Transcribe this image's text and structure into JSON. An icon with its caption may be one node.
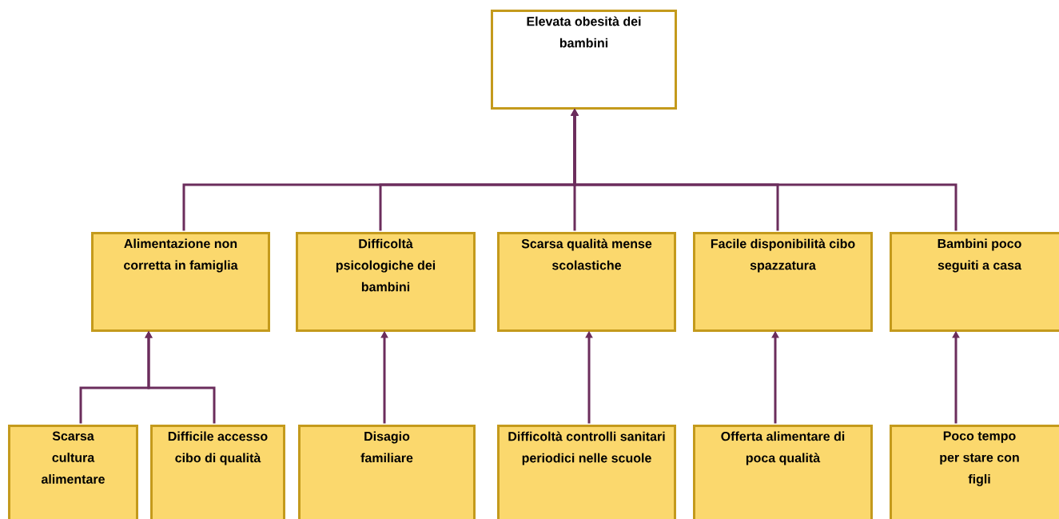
{
  "diagram": {
    "nodes": [
      {
        "text": [
          "Elevata obesità dei bambini"
        ]
      },
      {
        "text": [
          "Alimentazione non corretta in famiglia"
        ]
      },
      {
        "text": [
          "Difficoltà psicologiche dei bambini"
        ]
      },
      {
        "text": [
          "Scarsa qualità mense scolastiche"
        ]
      },
      {
        "text": [
          "Facile disponibilità cibo spazzatura"
        ]
      },
      {
        "text": [
          "Bambini poco seguiti a casa"
        ]
      },
      {
        "text": [
          "Scarsa cultura alimentare"
        ]
      },
      {
        "text": [
          "Difficile accesso cibo di qualità"
        ]
      },
      {
        "text": [
          "Disagio familiare"
        ]
      },
      {
        "text": [
          "Difficoltà controlli sanitari periodici nelle scuole"
        ]
      },
      {
        "text": [
          "Offerta alimentare di poca qualità"
        ]
      },
      {
        "text": [
          "Poco tempo per stare con figli"
        ]
      }
    ],
    "edges": [
      {
        "from": 1,
        "to": 0,
        "arrow": "to"
      },
      {
        "from": 2,
        "to": 0,
        "arrow": "to"
      },
      {
        "from": 3,
        "to": 0,
        "arrow": "to"
      },
      {
        "from": 4,
        "to": 0,
        "arrow": "to"
      },
      {
        "from": 5,
        "to": 0,
        "arrow": "to"
      },
      {
        "from": 6,
        "to": 1,
        "arrow": "to"
      },
      {
        "from": 7,
        "to": 1,
        "arrow": "to"
      },
      {
        "from": 8,
        "to": 2,
        "arrow": "to"
      },
      {
        "from": 9,
        "to": 3,
        "arrow": "to"
      },
      {
        "from": 10,
        "to": 4,
        "arrow": "to"
      },
      {
        "from": 11,
        "to": 5,
        "arrow": "to"
      }
    ]
  }
}
